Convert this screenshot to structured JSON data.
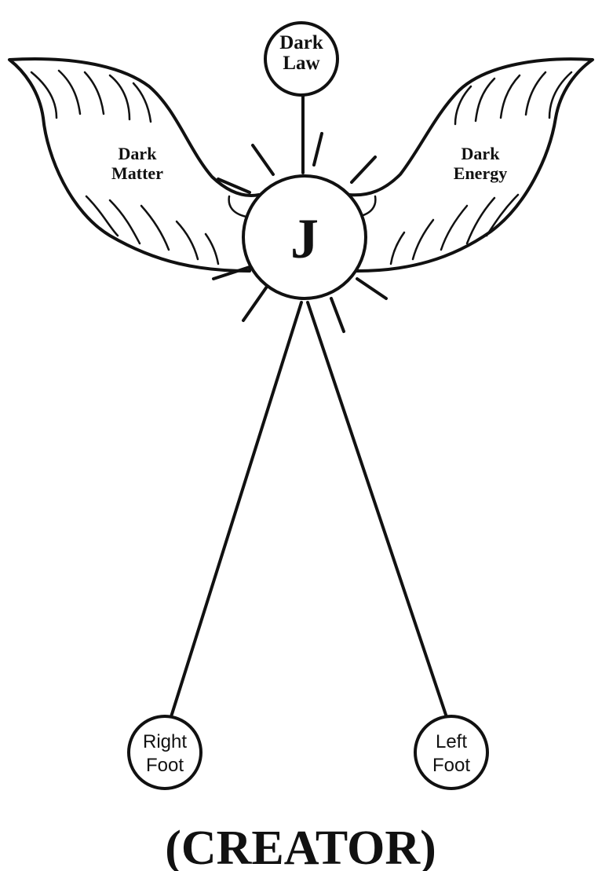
{
  "nodes": {
    "top": {
      "line1": "Dark",
      "line2": "Law"
    },
    "center": {
      "label": "J"
    },
    "left_wing": {
      "line1": "Dark",
      "line2": "Matter"
    },
    "right_wing": {
      "line1": "Dark",
      "line2": "Energy"
    },
    "right_foot": {
      "line1": "Right",
      "line2": "Foot"
    },
    "left_foot": {
      "line1": "Left",
      "line2": "Foot"
    }
  },
  "caption": "(CREATOR)",
  "colors": {
    "ink": "#111111",
    "background": "#ffffff"
  }
}
